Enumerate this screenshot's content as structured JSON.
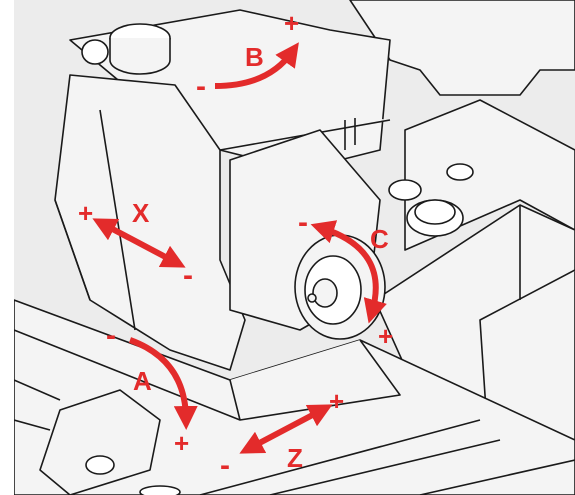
{
  "axes": {
    "b": {
      "name": "B",
      "plus": "+",
      "minus": "-"
    },
    "x": {
      "name": "X",
      "plus": "+",
      "minus": "-"
    },
    "c": {
      "name": "C",
      "plus": "+",
      "minus": "-"
    },
    "a": {
      "name": "A",
      "plus": "+",
      "minus": "-"
    },
    "z": {
      "name": "Z",
      "plus": "+",
      "minus": "-"
    }
  },
  "colors": {
    "arrow": "#e32b2b",
    "line": "#1a1a1a",
    "machine": "#f4f4f4",
    "background": "#ececec"
  }
}
